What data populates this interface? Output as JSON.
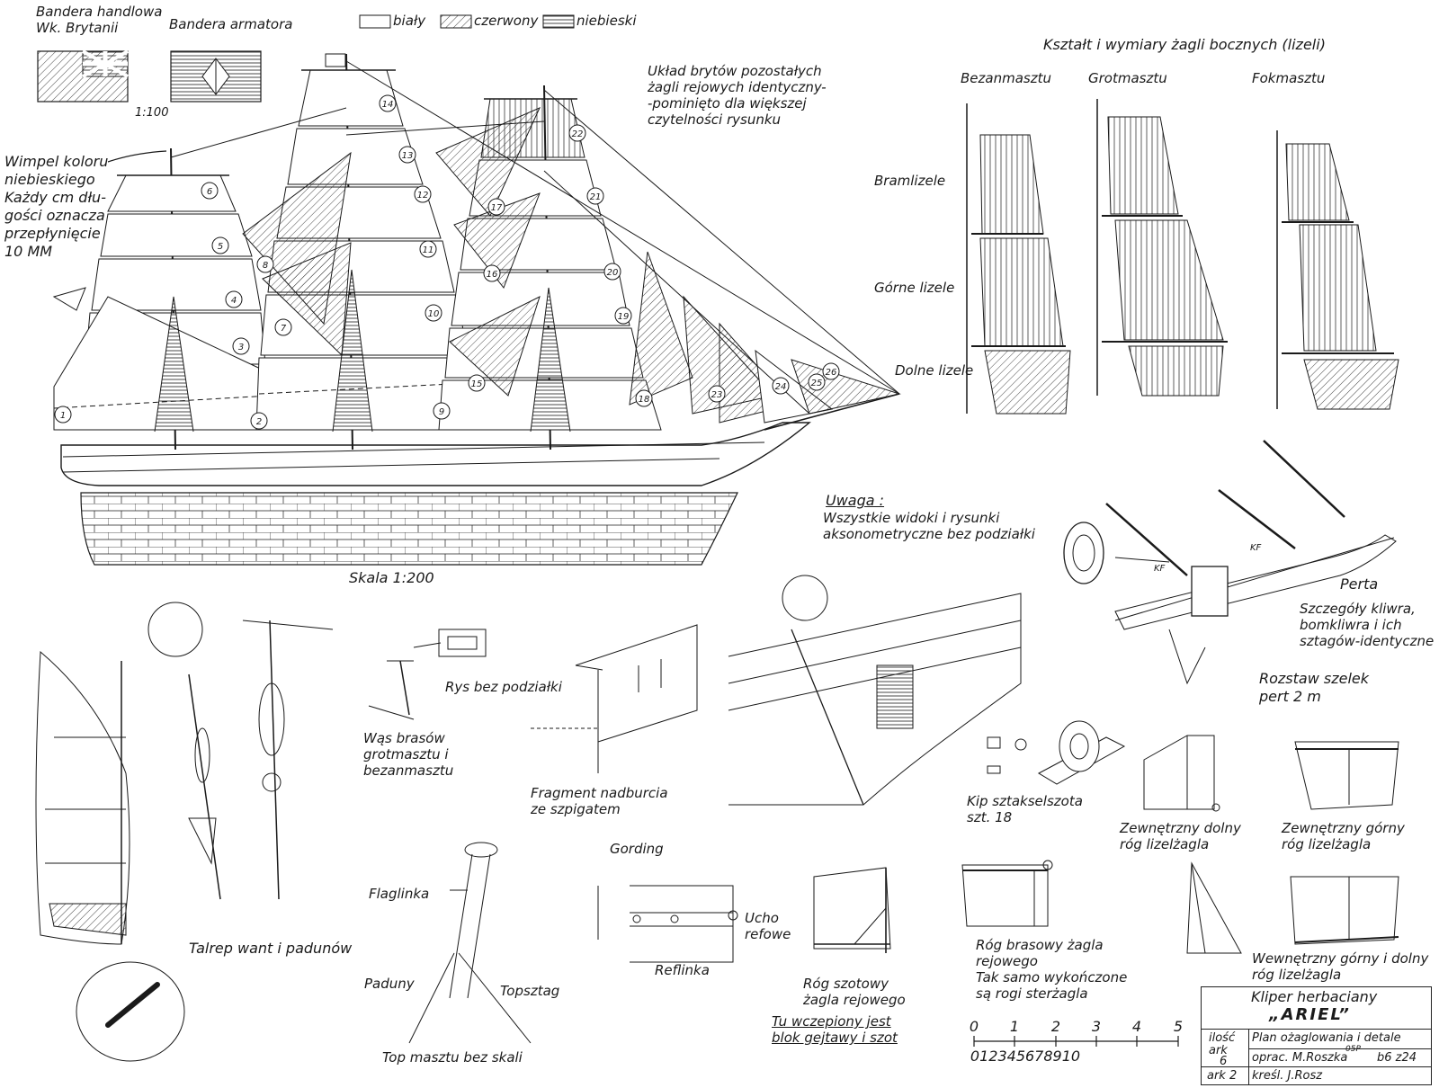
{
  "flags": {
    "merchant_flag_label": "Bandera handlowa\nWk. Brytanii",
    "owner_flag_label": "Bandera armatora",
    "scale_flags": "1:100"
  },
  "legend": {
    "white": "biały",
    "red": "czerwony",
    "blue": "niebieski"
  },
  "notes": {
    "omitted_lines": "Układ brytów pozostałych\nżagli rejowych identyczny-\n-pominięto dla większej\nczytelności rysunku",
    "pennant": "Wimpel koloru\nniebieskiego\nKażdy cm dłu-\ngości oznacza\nprzepłynięcie\n10 MM",
    "scale_main": "Skala 1:200",
    "remark_title": "Uwaga :",
    "remark_body": "Wszystkie widoki i rysunki\naksonometryczne bez podziałki"
  },
  "studding_sails": {
    "title": "Kształt i wymiary żagli bocznych (lizeli)",
    "mizzen": "Bezanmasztu",
    "main": "Grotmasztu",
    "fore": "Fokmasztu",
    "row_royal": "Bramlizele",
    "row_top": "Górne lizele",
    "row_lower": "Dolne lizele"
  },
  "sail_numbers": [
    "1",
    "2",
    "3",
    "4",
    "5",
    "6",
    "7",
    "8",
    "9",
    "10",
    "11",
    "12",
    "13",
    "14",
    "15",
    "16",
    "17",
    "18",
    "19",
    "20",
    "21",
    "22",
    "23",
    "24",
    "25",
    "26"
  ],
  "ship_marks": {
    "kf1": "KF",
    "kf2": "KF"
  },
  "details": {
    "perta": "Perta",
    "jib_details": "Szczegóły kliwra,\nbomkliwra i ich\nsztagów-identyczne",
    "footrope_spacing": "Rozstaw szelek\npert 2 m",
    "no_scale": "Rys bez podziałki",
    "brace_pendant": "Wąs brasów\ngrotmasztu i\nbezanmasztu",
    "bulwark": "Fragment nadburcia\nze szpigatem",
    "staysail_sheet": "Kip sztakselszota\nszt. 18",
    "outer_lower_corner": "Zewnętrzny dolny\nróg lizelżagla",
    "outer_upper_corner": "Zewnętrzny górny\nróg lizelżagla",
    "lanyard": "Talrep want i padunów",
    "flag_halyard": "Flaglinka",
    "backstays": "Paduny",
    "topstay": "Topsztag",
    "masthead": "Top masztu bez skali",
    "buntline": "Gording",
    "reef_cringle": "Ucho\nrefowe",
    "reef_line": "Reflinka",
    "sheet_corner": "Róg szotowy\nżagla rejowego",
    "sheet_block": "Tu wczepiony jest\nblok gejtawy i szot",
    "brace_corner": "Róg brasowy żagla\nrejowego\nTak samo wykończone\nsą rogi sterżagla",
    "inner_corners": "Wewnętrzny górny i dolny\nróg lizelżagla"
  },
  "scale_bar": {
    "major": [
      "0",
      "1",
      "2",
      "3",
      "4",
      "5"
    ],
    "minor": "012345678910"
  },
  "title_block": {
    "ship_type": "Kliper herbaciany",
    "ship_name": "„ARIEL”",
    "sheets_label": "ilość\nark",
    "sheets_count": "6",
    "sheet_no": "ark 2",
    "content": "Plan ożaglowania i detale",
    "elaboration": "oprac. M.Roszka",
    "drawn": "kreśl. J.Rosz",
    "code": "05P",
    "stamp": "b6 z24"
  },
  "colors": {
    "ink": "#1a1a1a",
    "paper": "#ffffff"
  }
}
